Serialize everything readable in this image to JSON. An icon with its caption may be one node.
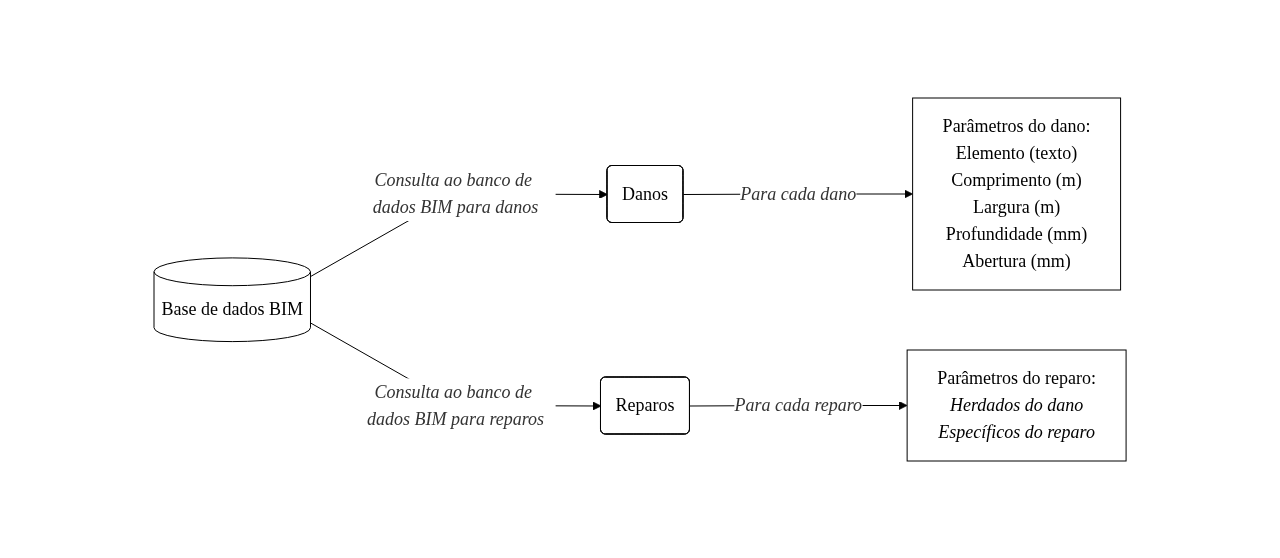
{
  "diagram": {
    "nodes": [
      {
        "text": [
          "Base de dados BIM"
        ]
      },
      {
        "text": [
          "Danos"
        ]
      },
      {
        "text": [
          "Parâmetros do dano:",
          "Elemento (texto)",
          "Comprimento (m)",
          "Largura (m)",
          "Profundidade (mm)",
          "Abertura (mm)"
        ]
      },
      {
        "text": [
          "Reparos"
        ]
      },
      {
        "text": [
          "Parâmetros do reparo:",
          "Herdados do dano",
          "Específicos do reparo"
        ]
      }
    ],
    "edges": [
      {
        "from": 0,
        "to": 1,
        "arrow": "to",
        "label": "Consulta ao banco de dados BIM para danos"
      },
      {
        "from": 1,
        "to": 2,
        "arrow": "to",
        "label": "Para cada dano"
      },
      {
        "from": 0,
        "to": 3,
        "arrow": "to",
        "label": "Consulta ao banco de dados BIM para reparos"
      },
      {
        "from": 3,
        "to": 4,
        "arrow": "to",
        "label": "Para cada reparo"
      }
    ]
  }
}
